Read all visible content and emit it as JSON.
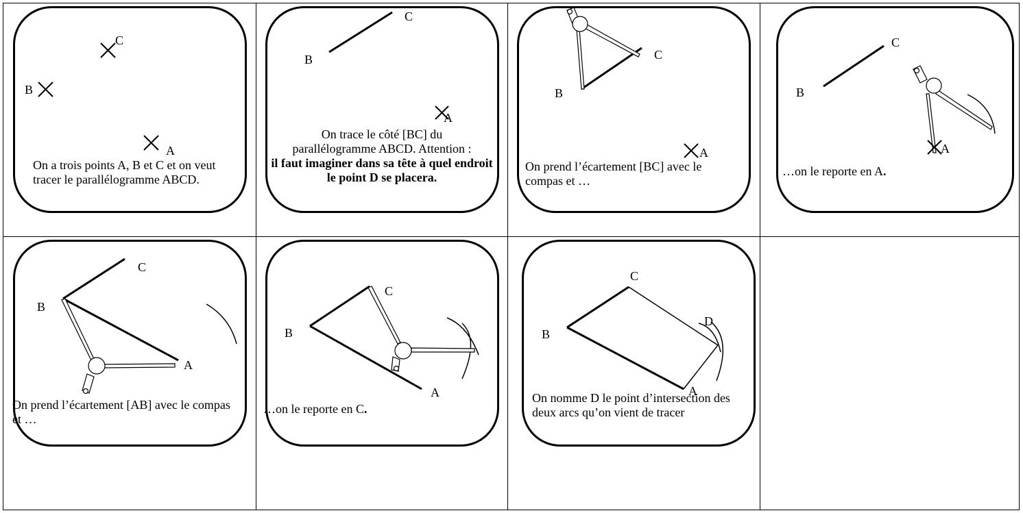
{
  "cells": [
    {
      "labels": {
        "A": "A",
        "B": "B",
        "C": "C"
      },
      "caption": "On a trois points A, B et C et on veut tracer le parallélogramme ABCD."
    },
    {
      "labels": {
        "A": "A",
        "B": "B",
        "C": "C"
      },
      "caption_line1": "On trace le côté [BC] du",
      "caption_line2": "parallélogramme ABCD. Attention :",
      "caption_bold": "il faut imaginer dans sa tête à quel endroit le point D se placera."
    },
    {
      "labels": {
        "A": "A",
        "B": "B",
        "C": "C"
      },
      "caption": "On prend l’écartement [BC] avec le compas et …"
    },
    {
      "labels": {
        "A": "A",
        "B": "B",
        "C": "C"
      },
      "caption_text": "…on le reporte en A",
      "caption_dot": "."
    },
    {
      "labels": {
        "A": "A",
        "B": "B",
        "C": "C"
      },
      "caption": "On prend l’écartement [AB] avec le compas et …"
    },
    {
      "labels": {
        "A": "A",
        "B": "B",
        "C": "C"
      },
      "caption_text": "…on le reporte en C",
      "caption_dot": "."
    },
    {
      "labels": {
        "A": "A",
        "B": "B",
        "C": "C",
        "D": "D"
      },
      "caption": "On nomme D le point d’intersection des deux arcs qu’on vient de tracer"
    }
  ]
}
